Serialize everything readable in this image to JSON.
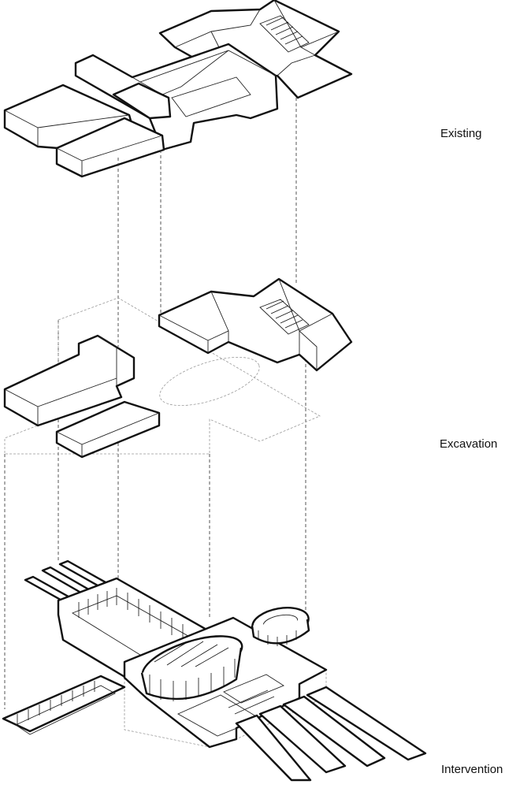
{
  "labels": {
    "existing": "Existing",
    "excavation": "Excavation",
    "intervention": "Intervention"
  },
  "colors": {
    "ink": "#111111",
    "ghost": "#999999",
    "paper": "#ffffff"
  }
}
